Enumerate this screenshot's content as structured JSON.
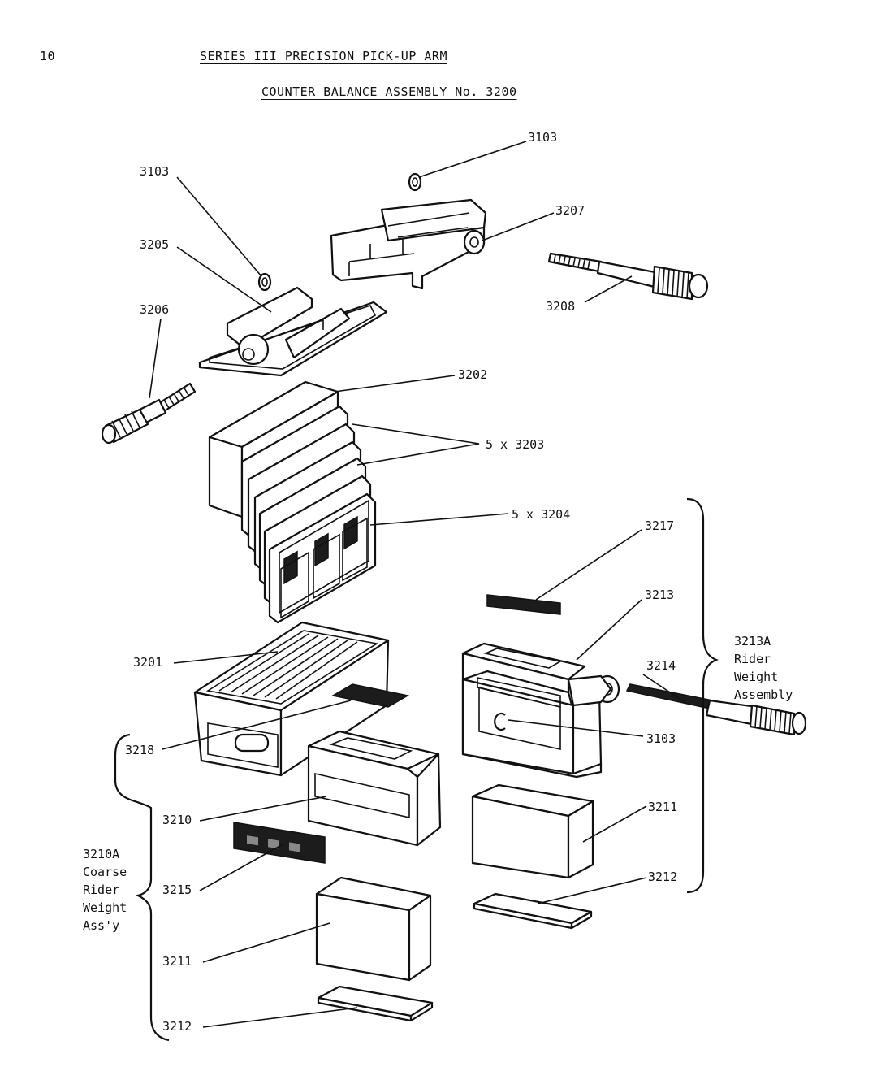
{
  "page_number": "10",
  "title": "SERIES III PRECISION PICK-UP ARM",
  "subtitle": "COUNTER BALANCE ASSEMBLY No. 3200",
  "labels": {
    "l3103a": "3103",
    "l3103b": "3103",
    "l3207": "3207",
    "l3205": "3205",
    "l3208": "3208",
    "l3206": "3206",
    "l3202": "3202",
    "l3203": "5 x 3203",
    "l3204": "5 x 3204",
    "l3217": "3217",
    "l3213": "3213",
    "l3201": "3201",
    "l3214": "3214",
    "l3103c": "3103",
    "l3218": "3218",
    "l3210": "3210",
    "l3211a": "3211",
    "l3215": "3215",
    "l3212a": "3212",
    "l3211b": "3211",
    "l3212b": "3212"
  },
  "assembly_3213a": [
    "3213A",
    "Rider",
    "Weight",
    "Assembly"
  ],
  "assembly_3210a": [
    "3210A",
    "Coarse",
    "Rider",
    "Weight",
    "Ass'y"
  ]
}
